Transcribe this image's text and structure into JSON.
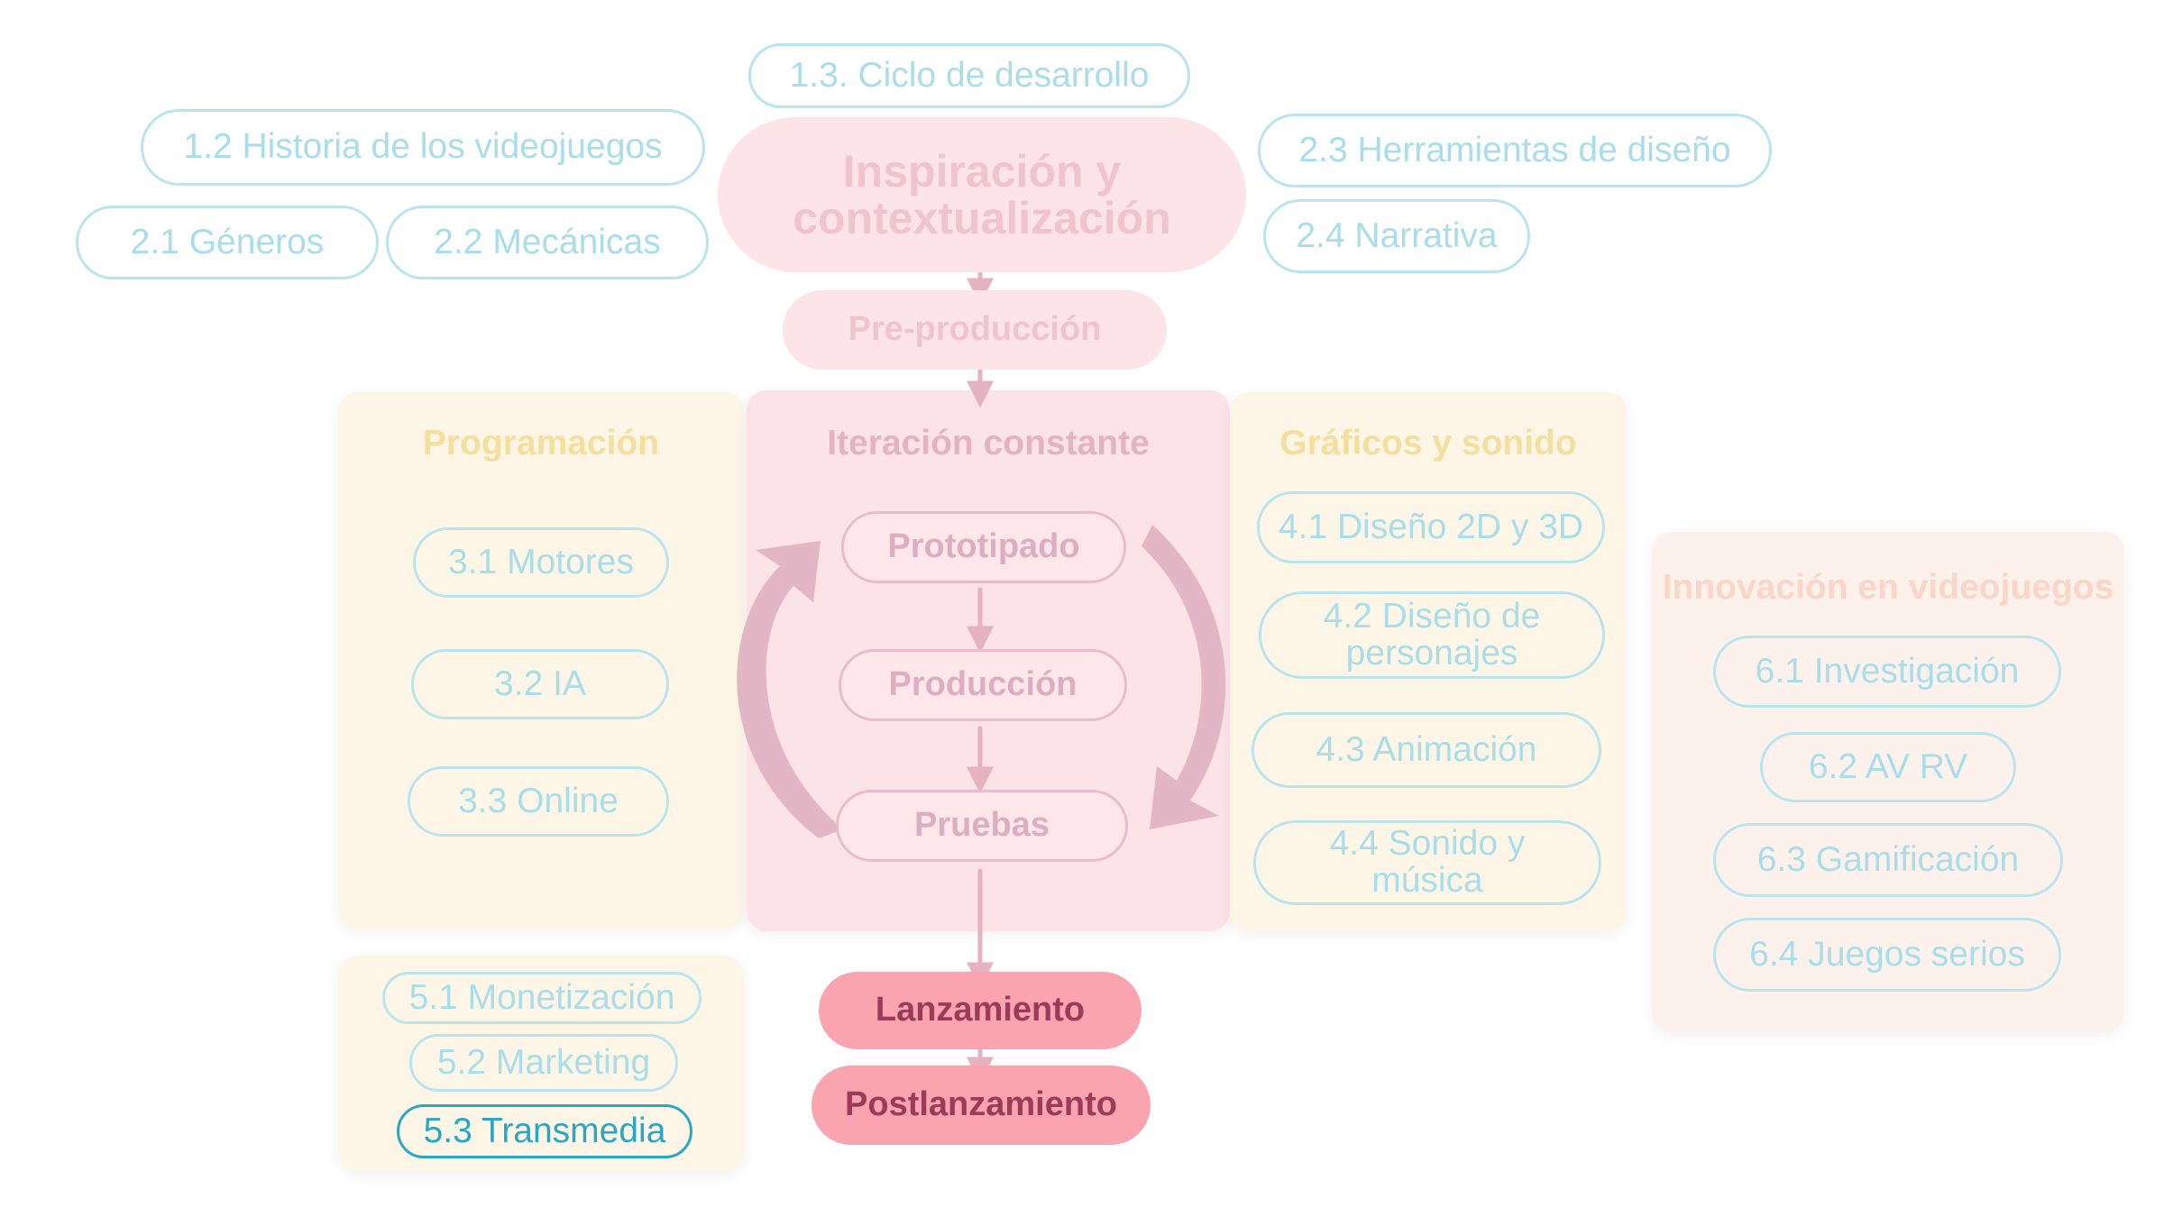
{
  "intro": {
    "main": "Inspiración y contextualización",
    "topics": {
      "t13": "1.3. Ciclo de desarrollo",
      "t12": "1.2 Historia de los videojuegos",
      "t21": "2.1 Géneros",
      "t22": "2.2 Mecánicas",
      "t23": "2.3 Herramientas de diseño",
      "t24": "2.4 Narrativa"
    }
  },
  "preproduccion": "Pre-producción",
  "programacion": {
    "title": "Programación",
    "items": [
      "3.1 Motores",
      "3.2 IA",
      "3.3 Online"
    ]
  },
  "iteracion": {
    "title": "Iteración constante",
    "steps": [
      "Prototipado",
      "Producción",
      "Pruebas"
    ]
  },
  "graficos": {
    "title": "Gráficos y sonido",
    "items": [
      "4.1 Diseño 2D y 3D",
      "4.2 Diseño de personajes",
      "4.3 Animación",
      "4.4 Sonido y música"
    ]
  },
  "innovacion": {
    "title": "Innovación en videojuegos",
    "items": [
      "6.1 Investigación",
      "6.2 AV RV",
      "6.3 Gamificación",
      "6.4 Juegos serios"
    ]
  },
  "negocio": {
    "items": [
      "5.1 Monetización",
      "5.2 Marketing",
      "5.3 Transmedia"
    ],
    "active": "5.3 Transmedia"
  },
  "lanzamiento": "Lanzamiento",
  "postlanzamiento": "Postlanzamiento",
  "colors": {
    "active_topic": "#2aa7c4",
    "release": "#f9a4ae",
    "release_text": "#9b3b5a",
    "faded_topic": "#a9dde9"
  }
}
